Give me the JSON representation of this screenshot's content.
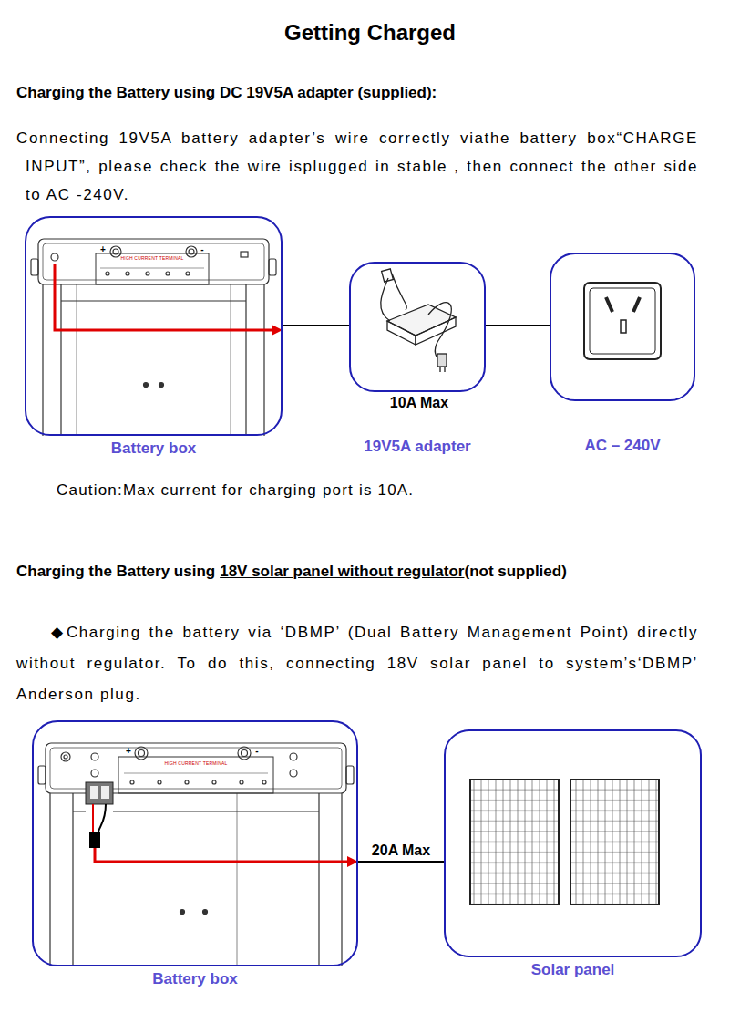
{
  "diagram": {
    "title": "Getting Charged",
    "nodes": [
      {
        "text": [
          "Battery box"
        ]
      },
      {
        "text": [
          "19V5A adapter"
        ]
      },
      {
        "text": [
          "AC – 240V"
        ]
      },
      {
        "text": [
          "Battery box"
        ]
      },
      {
        "text": [
          "Solar panel"
        ]
      }
    ],
    "edges": [
      {
        "from": 0,
        "to": 1,
        "arrow": "none"
      },
      {
        "from": 1,
        "to": 2,
        "arrow": "none"
      },
      {
        "from": 3,
        "to": 4,
        "label": "20A Max",
        "arrow": "none"
      }
    ],
    "labels": [
      "Charging the Battery using DC 19V5A adapter (supplied):",
      "Connecting 19V5A battery adapter’s wire correctly viathe battery box“CHARGE INPUT”, please check the wire isplugged in stable，then connect the other side to AC -240V.",
      "HIGH CURRENT TERMINAL",
      "+",
      "-",
      "10A Max",
      "Caution:Max current for charging port is 10A.",
      "Charging the Battery using",
      "18V solar panel without regulator",
      "(not supplied)",
      "◆Charging the battery via ‘DBMP’ (Dual Battery Management Point) directly without regulator. To do this, connecting 18V solar panel to system’s‘DBMP’ Anderson plug.",
      "HIGH CURRENT TERMINAL",
      "+",
      "-"
    ]
  }
}
